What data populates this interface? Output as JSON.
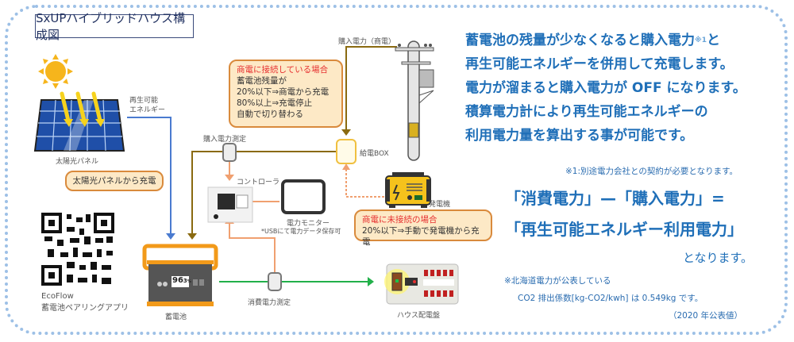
{
  "title": "SxUPハイブリッドハウス構成図",
  "labels": {
    "solar_panel": "太陽光パネル",
    "renewable_energy_line1": "再生可能",
    "renewable_energy_line2": "エネルギー",
    "solar_charge_box": "太陽光パネルから充電",
    "qr_app_name": "EcoFlow",
    "qr_app_desc": "蓄電池ペアリングアプリ",
    "battery": "蓄電池",
    "battery_display": "96",
    "battery_display_decimal": "3",
    "battery_display_unit": "%",
    "purchase_measure": "購入電力測定",
    "controller": "コントローラ",
    "power_monitor": "電力モニター",
    "usb_note": "*USBにて電力データ保存可",
    "consumption_measure": "消費電力測定",
    "house_panel": "ハウス配電盤",
    "purchased_power_grid": "購入電力（商電）",
    "supply_box": "給電BOX",
    "generator": "発電機"
  },
  "grid_connected_note": {
    "heading": "商電に接続している場合",
    "lines": [
      "蓄電池残量が",
      "20%以下⇒商電から充電",
      "80%以上⇒充電停止",
      "自動で切り替わる"
    ]
  },
  "grid_disconnected_note": {
    "heading": "商電に未接続の場合",
    "line": "20%以下⇒手動で発電機から充電"
  },
  "explanation": {
    "line1_pre": "蓄電池の残量が少なくなると購入電力",
    "line1_sup": "※1",
    "line1_post": "と",
    "line2": "再生可能エネルギーを併用して充電します。",
    "line3": "電力が溜まると購入電力が OFF になります。",
    "line4": "積算電力計により再生可能エネルギーの",
    "line5": "利用電力量を算出する事が可能です。",
    "footnote": "※1:別途電力会社との契約が必要となります。"
  },
  "equation": {
    "line1": "「消費電力」—「購入電力」=",
    "line2": "「再生可能エネルギー利用電力」",
    "line3": "となります。"
  },
  "co2_note": {
    "line1": "※北海道電力が公表している",
    "line2": "CO2 排出係数[kg-CO2/kwh] は 0.549kg です。",
    "line3": "（2020 年公表値）"
  },
  "colors": {
    "frame": "#9dc0e6",
    "blue_text": "#1f6fb8",
    "solar_line": "#4a7bd0",
    "grid_line": "#8a6a10",
    "controller_line": "#f0a070",
    "consumption_line": "#22b04a",
    "battery_orange": "#f29a1a"
  }
}
